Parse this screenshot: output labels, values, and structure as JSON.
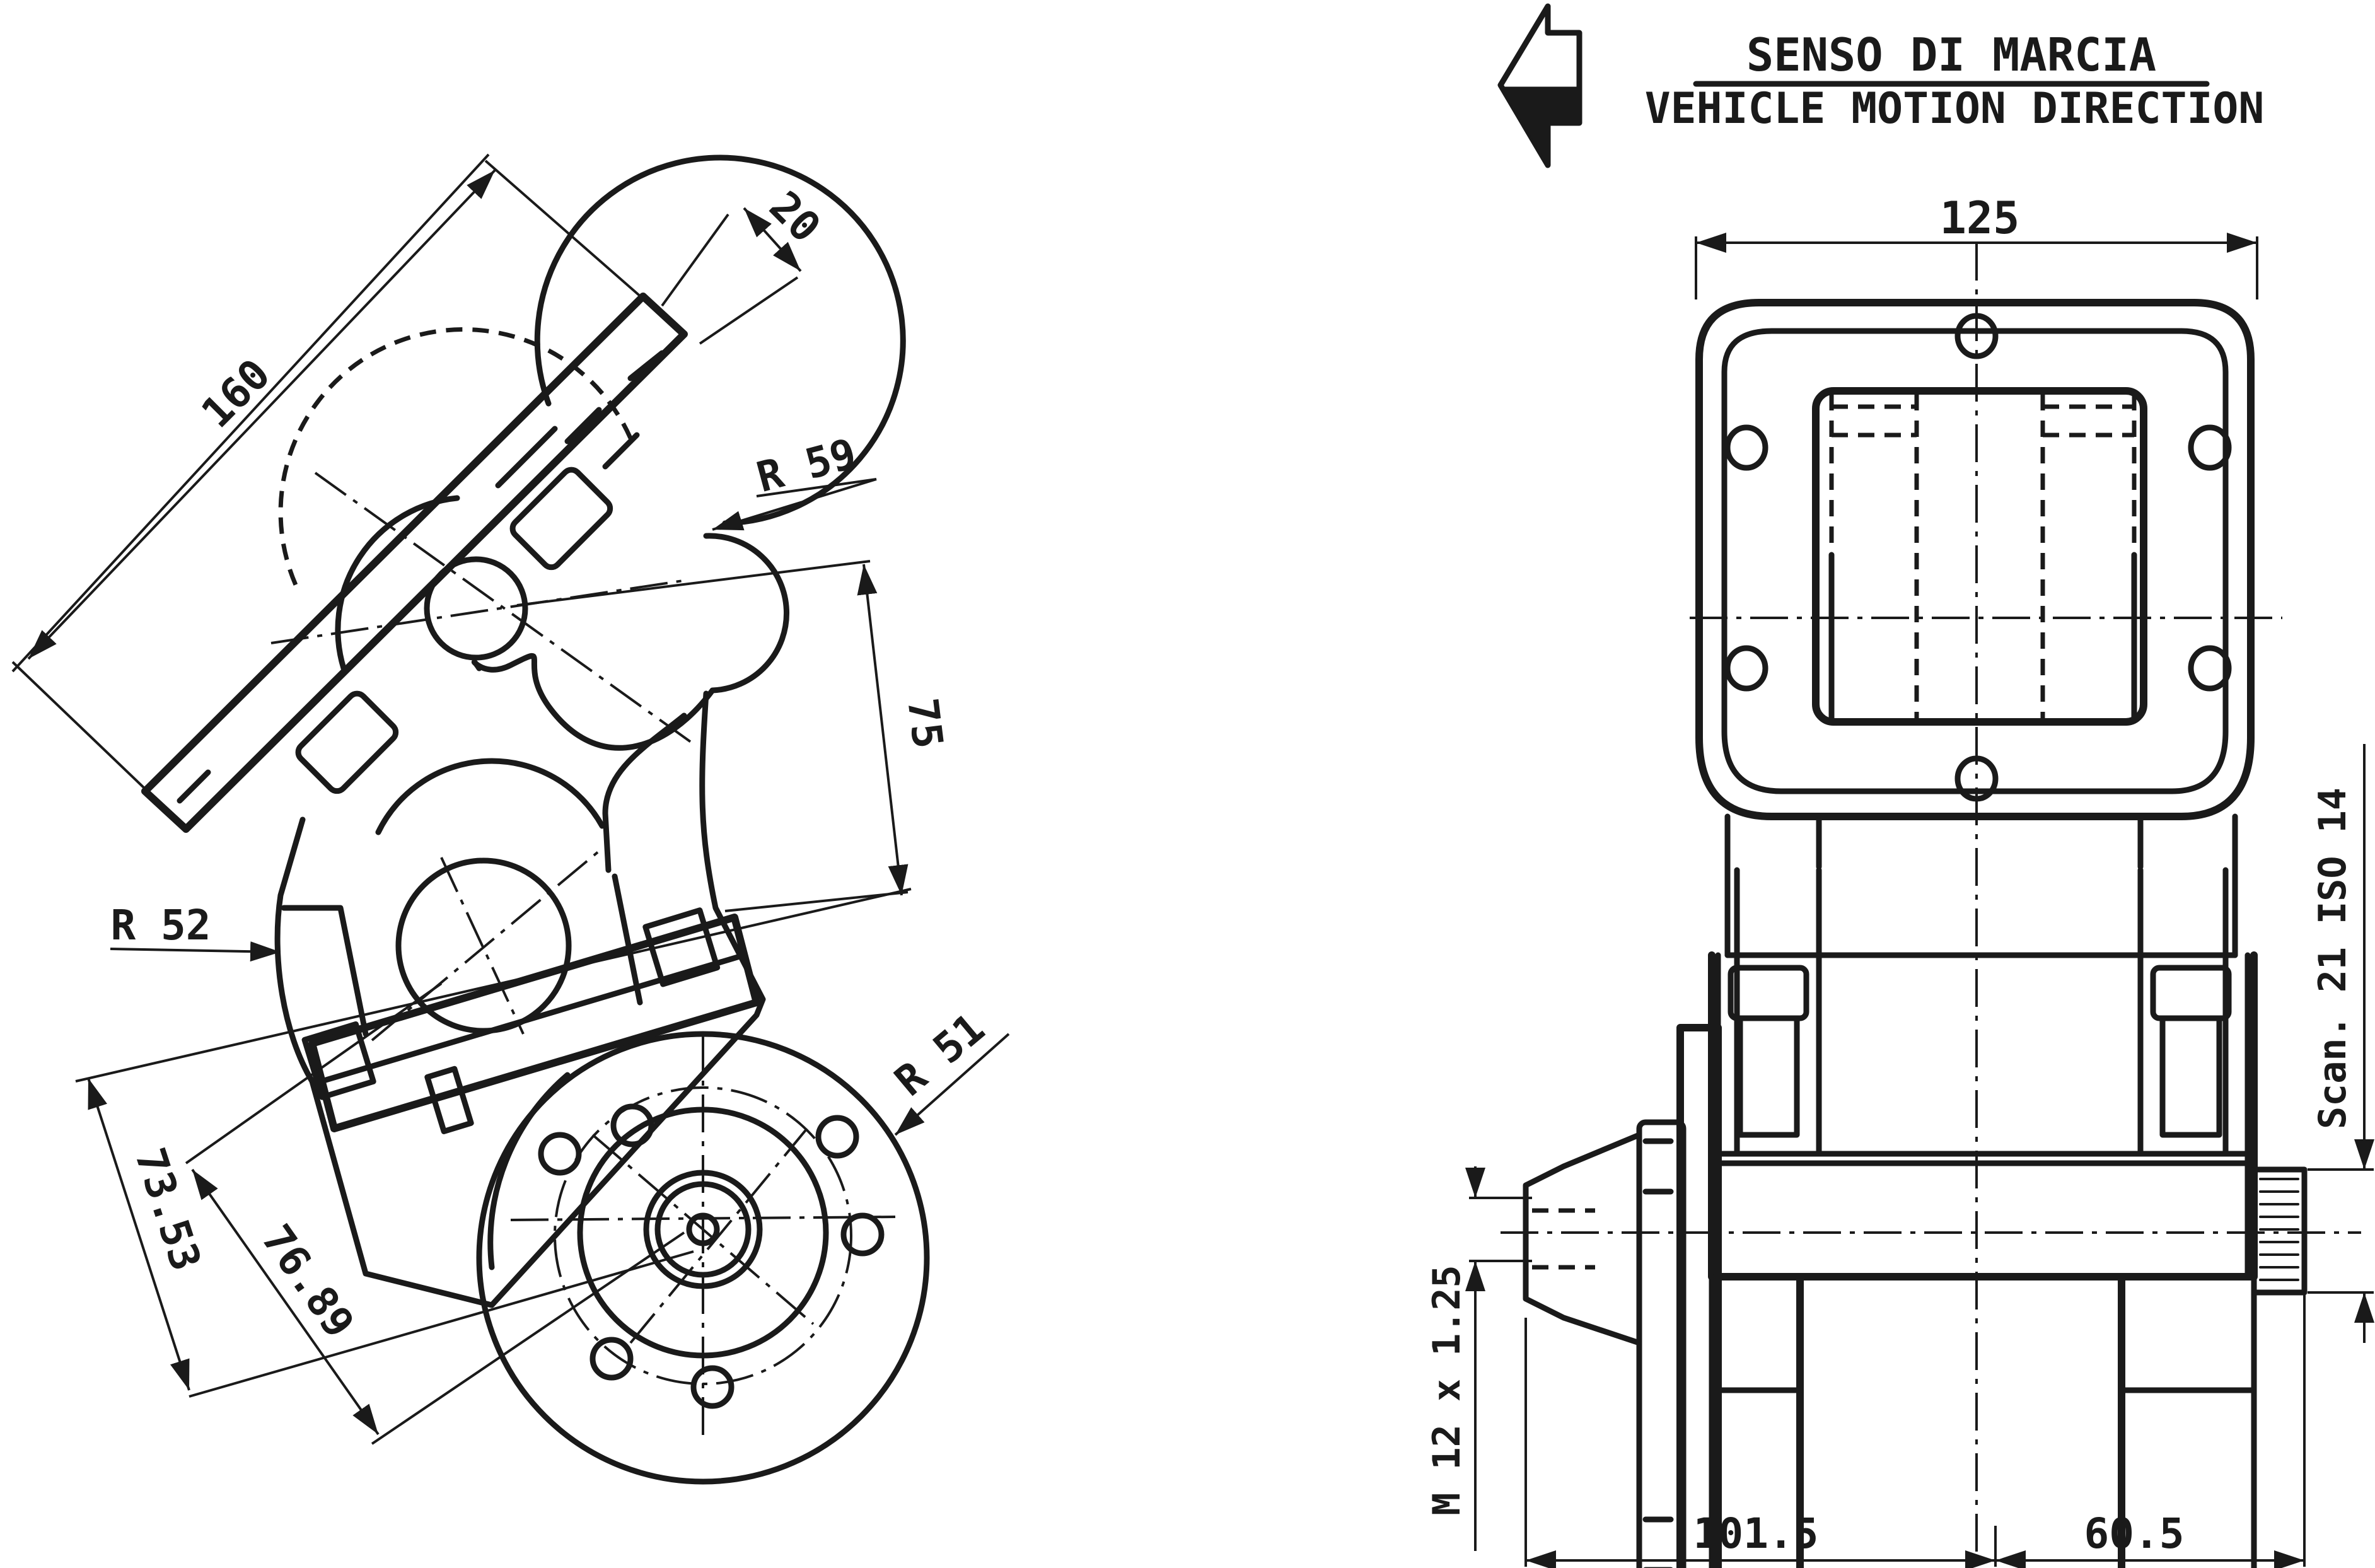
{
  "header": {
    "title_it": "SENSO DI MARCIA",
    "title_en": "VEHICLE MOTION DIRECTION",
    "arrow_icon": "motion-direction-arrow-icon"
  },
  "left_view": {
    "dim_160": "160",
    "dim_20": "20",
    "dim_r59": "R 59",
    "dim_75": "75",
    "dim_r52": "R 52",
    "dim_r51": "R 51",
    "dim_7353": "73.53",
    "dim_7689": "76.89"
  },
  "right_view": {
    "dim_125": "125",
    "dim_1015": "101.5",
    "dim_605": "60.5",
    "thread_label": "M 12 x 1.25",
    "spline_label": "Scan. 21 ISO 14"
  },
  "colors": {
    "line": "#1a1a1a",
    "background": "#ffffff"
  }
}
